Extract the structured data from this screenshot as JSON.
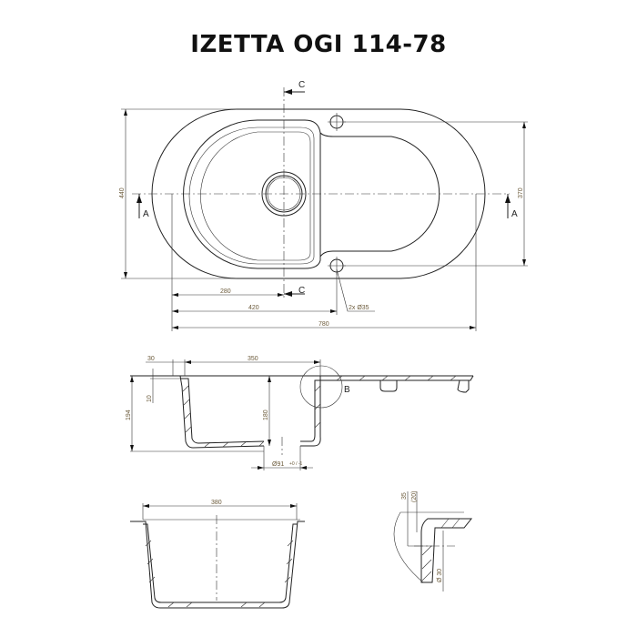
{
  "title": "IZETTA OGI 114-78",
  "top_view": {
    "section_labels": {
      "c_top": "C",
      "c_bottom": "C",
      "a_left": "A",
      "a_right": "A"
    },
    "dimensions": {
      "overall_height": "440",
      "hole_spacing": "370",
      "bowl_center": "280",
      "bowl_width": "420",
      "overall_length": "780",
      "holes": "2x Ø35"
    }
  },
  "section_a": {
    "label_detail": "B",
    "dimensions": {
      "rim_offset": "30",
      "bowl_width": "350",
      "rim_thickness": "10",
      "total_depth": "194",
      "bowl_depth": "180",
      "drain_diameter": "Ø91",
      "drain_tolerance": "+0 / -1"
    }
  },
  "section_c": {
    "dimensions": {
      "bowl_width": "380"
    }
  },
  "detail_b": {
    "dimensions": {
      "a": "35",
      "b": "(20)",
      "c": "Ø 30"
    }
  }
}
